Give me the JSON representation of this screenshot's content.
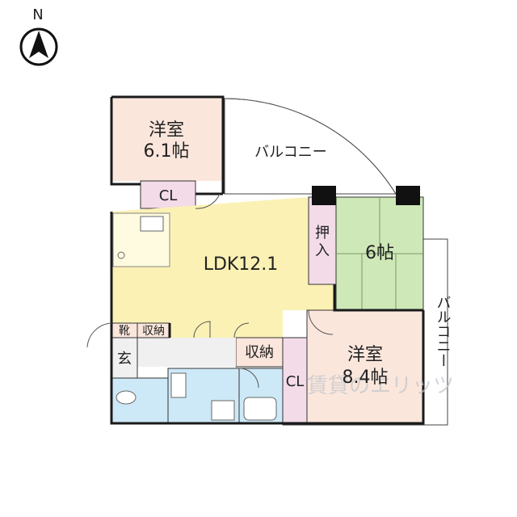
{
  "compass": {
    "letter": "N"
  },
  "rooms": {
    "western_6": {
      "name": "洋室",
      "size": "6.1帖"
    },
    "cl_top": "CL",
    "balcony_top": "バルコニー",
    "oshiire": "押入",
    "tatami": "6帖",
    "ldk": "LDK12.1",
    "balcony_right": "バルコニー",
    "kutsu": "靴",
    "shuno_small": "収納",
    "genkan": "玄",
    "shuno_hall": "収納",
    "cl_lower": "CL",
    "western_8": {
      "name": "洋室",
      "size": "8.4帖"
    }
  },
  "watermark": "賃貸のエリッツ",
  "colors": {
    "western": "#fbe6dc",
    "ldk": "#fbf1b4",
    "tatami": "#cfe8b8",
    "closet": "#f3dbe8",
    "wet": "#cde9f7",
    "hall": "#f0f0f0",
    "balcony": "#ffffff",
    "wall": "#1a1a1a"
  }
}
